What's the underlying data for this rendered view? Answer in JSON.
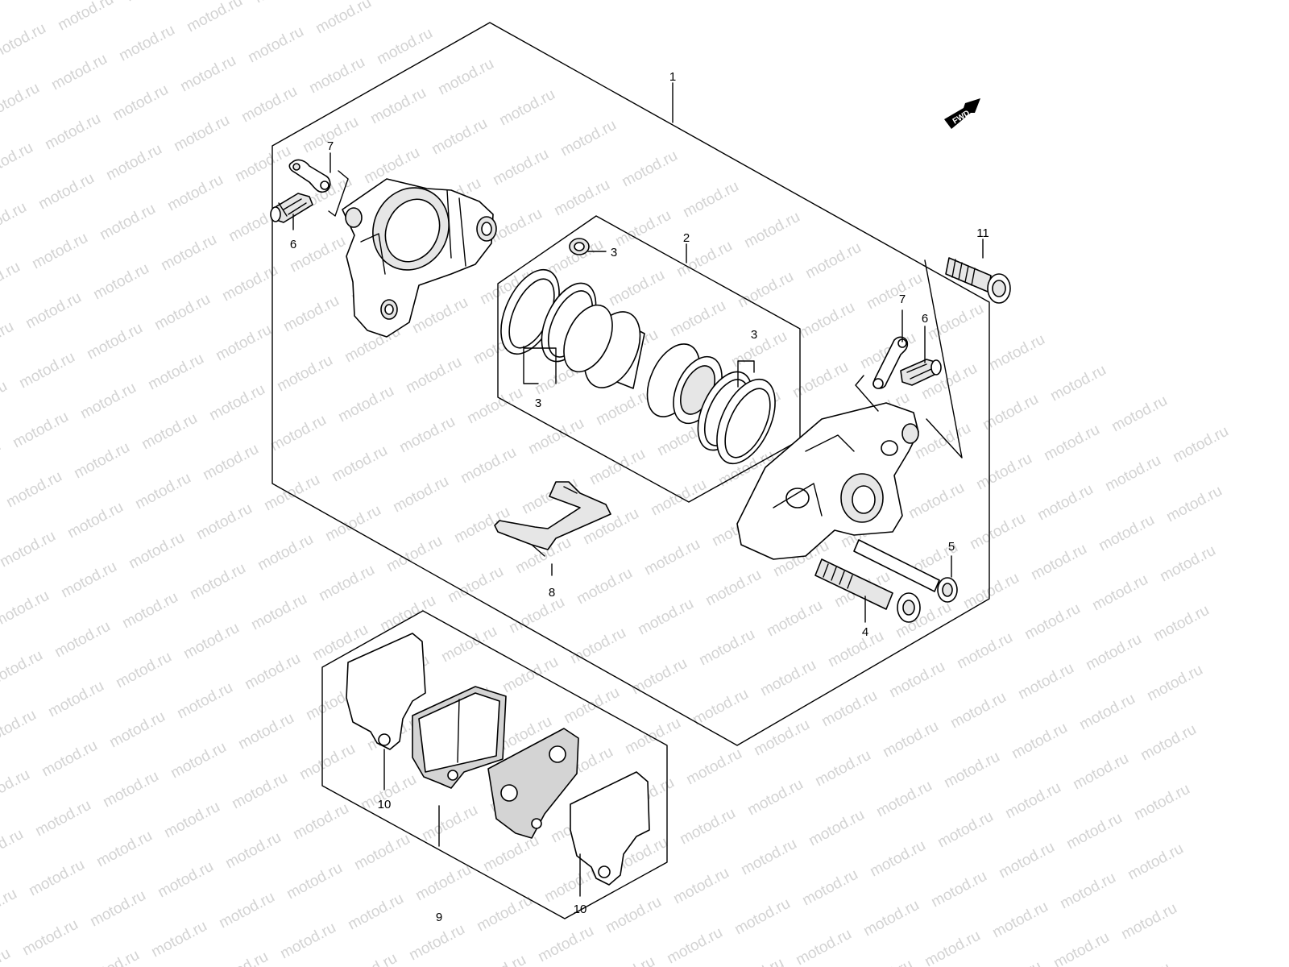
{
  "watermark": {
    "text": "motod.ru"
  },
  "fwd_badge": {
    "text": "FWD"
  },
  "callouts": [
    {
      "id": "c1",
      "text": "1"
    },
    {
      "id": "c2",
      "text": "2"
    },
    {
      "id": "c3a",
      "text": "3"
    },
    {
      "id": "c3b",
      "text": "3"
    },
    {
      "id": "c3c",
      "text": "3"
    },
    {
      "id": "c4",
      "text": "4"
    },
    {
      "id": "c5",
      "text": "5"
    },
    {
      "id": "c6a",
      "text": "6"
    },
    {
      "id": "c6b",
      "text": "6"
    },
    {
      "id": "c7a",
      "text": "7"
    },
    {
      "id": "c7b",
      "text": "7"
    },
    {
      "id": "c8",
      "text": "8"
    },
    {
      "id": "c9",
      "text": "9"
    },
    {
      "id": "c10a",
      "text": "10"
    },
    {
      "id": "c10b",
      "text": "10"
    },
    {
      "id": "c11",
      "text": "11"
    }
  ]
}
